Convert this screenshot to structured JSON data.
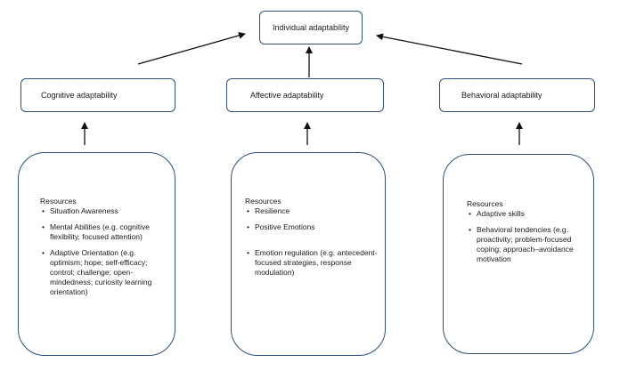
{
  "top": {
    "label": "Individual adaptability"
  },
  "middle": {
    "cognitive": "Cognitive adaptability",
    "affective": "Affective adaptability",
    "behavioral": "Behavioral adaptability"
  },
  "resources": {
    "cognitive": {
      "title": "Resources",
      "items": [
        "Situation Awareness",
        "Mental Abilities (e.g. cognitive flexibility, focused attention)",
        "Adaptive Orientation (e.g. optimism; hope; self-efficacy; control; challenge; open-mindedness;  curiosity learning orientation)"
      ]
    },
    "affective": {
      "title": "Resources",
      "items": [
        "Resilience",
        "Positive Emotions",
        "Emotion regulation  (e.g. antecedent-focused strategies, response modulation)"
      ]
    },
    "behavioral": {
      "title": "Resources",
      "items": [
        "Adaptive skills",
        "Behavioral tendencies  (e.g. proactivity; problem-focused coping; approach–avoidance motivation"
      ]
    }
  }
}
